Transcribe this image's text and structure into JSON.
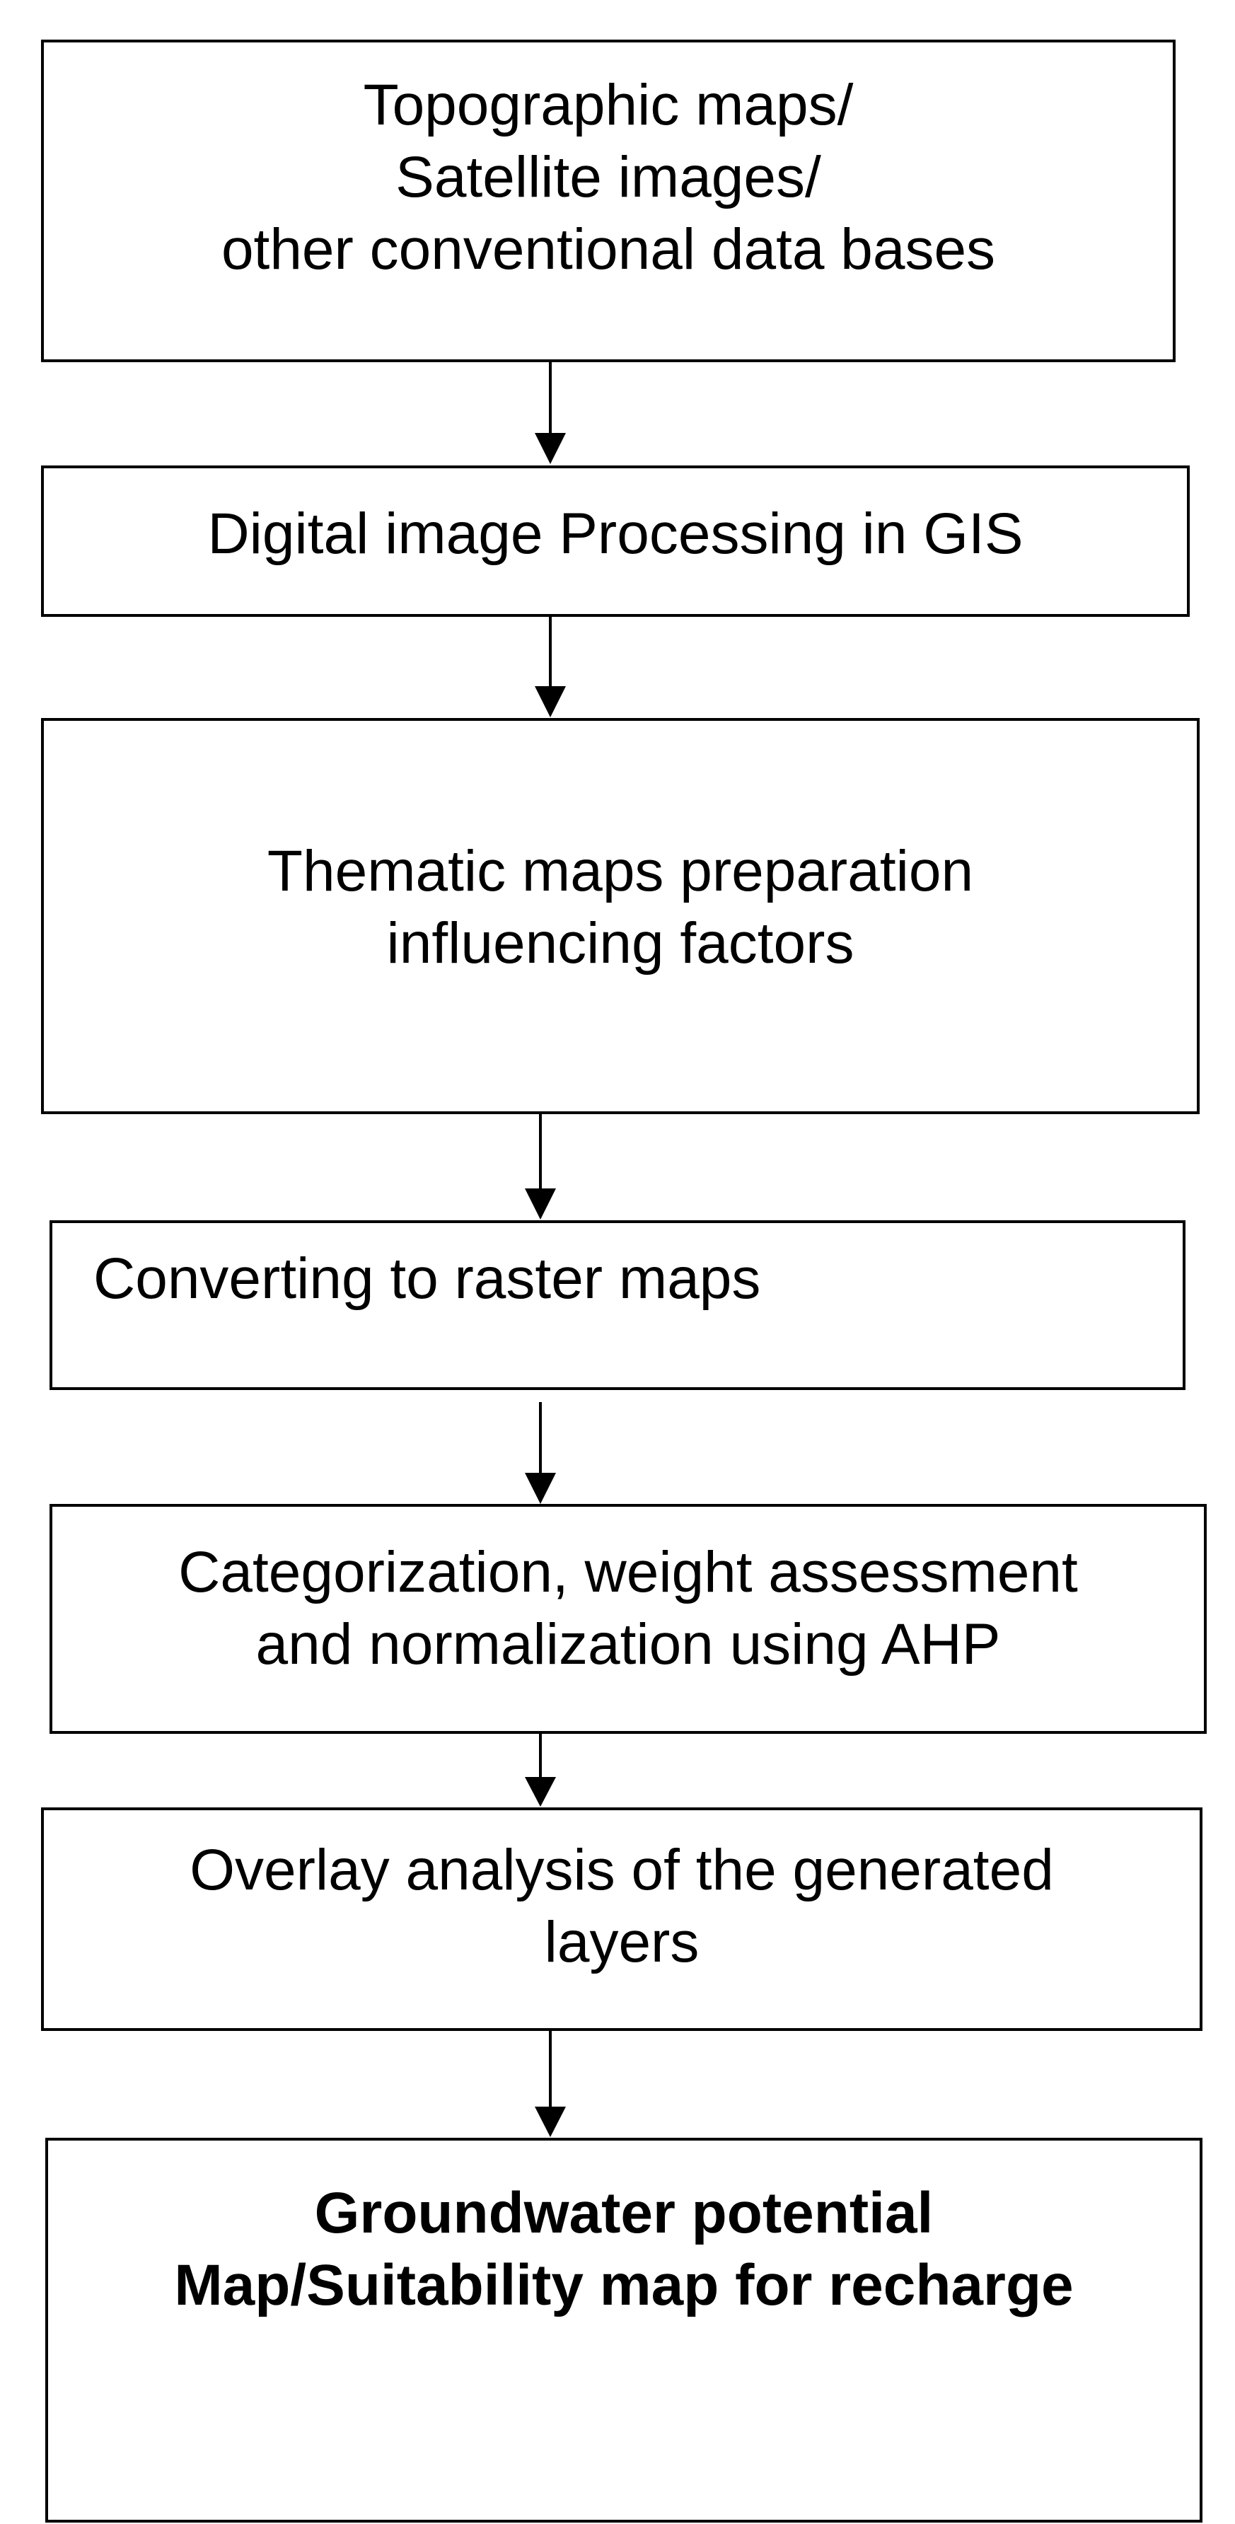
{
  "flowchart": {
    "steps": [
      {
        "id": "inputs",
        "lines": [
          "Topographic maps/",
          "Satellite images/",
          "other conventional data bases"
        ]
      },
      {
        "id": "processing",
        "lines": [
          "Digital image Processing in GIS"
        ]
      },
      {
        "id": "thematic",
        "lines": [
          "Thematic maps preparation",
          "influencing factors"
        ]
      },
      {
        "id": "raster",
        "lines": [
          "Converting to raster maps"
        ]
      },
      {
        "id": "ahp",
        "lines": [
          "Categorization, weight assessment",
          "and normalization using AHP"
        ]
      },
      {
        "id": "overlay",
        "lines": [
          "Overlay analysis of the generated",
          "layers"
        ]
      },
      {
        "id": "output",
        "lines": [
          "Groundwater potential",
          "Map/Suitability map for recharge"
        ],
        "emphasis": "bold"
      }
    ]
  },
  "colors": {
    "stroke": "#000000",
    "background": "#ffffff"
  }
}
